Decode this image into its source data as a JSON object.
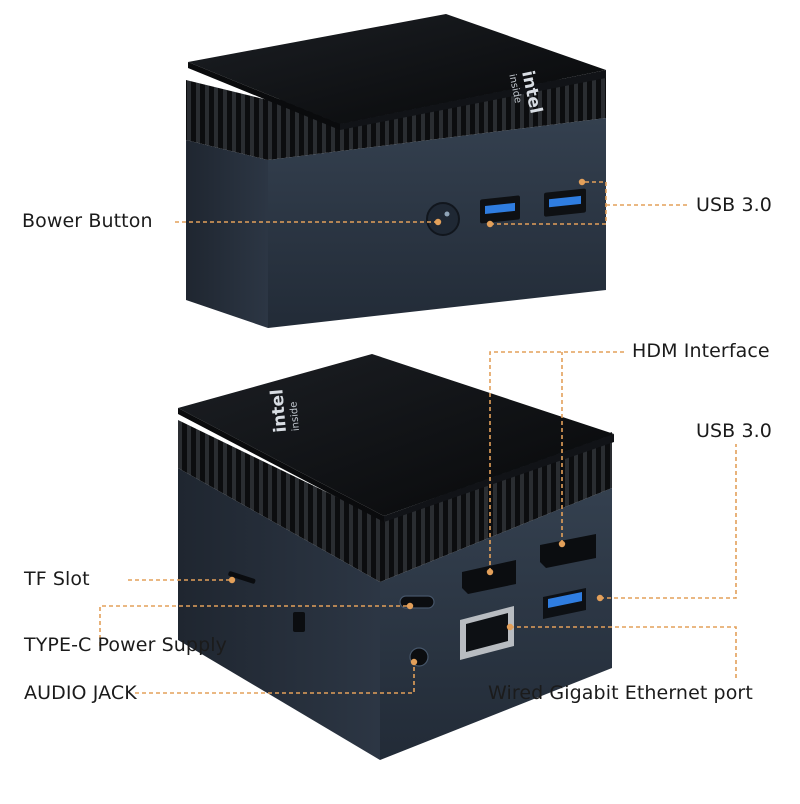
{
  "colors": {
    "callout_line": "#e3a05a",
    "device_top": "#0f1115",
    "device_body": "#2b3545",
    "vent": "#151719",
    "label_text": "#1b1b1b",
    "usb_blue": "#2f7de0"
  },
  "logo": {
    "brand": "intel",
    "tagline": "inside"
  },
  "top_device": {
    "callouts": {
      "power_button": "Bower Button",
      "usb": "USB 3.0"
    }
  },
  "bottom_device": {
    "callouts": {
      "hdmi": "HDM Interface",
      "usb": "USB 3.0",
      "tf_slot": "TF Slot",
      "type_c": "TYPE-C Power Supply",
      "audio": "AUDIO JACK",
      "ethernet": "Wired Gigabit Ethernet port"
    }
  }
}
